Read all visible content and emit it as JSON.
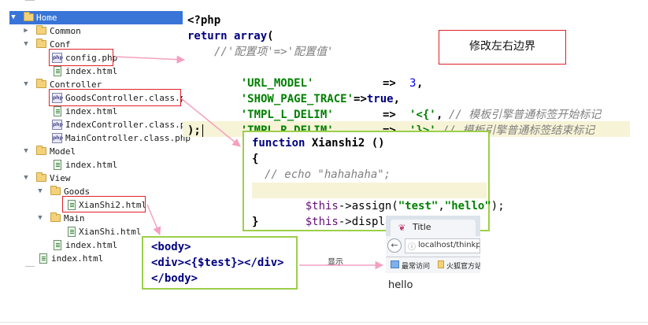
{
  "tree": {
    "items": [
      {
        "label": "Home",
        "kind": "folder",
        "expand": "down"
      },
      {
        "label": "Common",
        "kind": "folder",
        "expand": "right"
      },
      {
        "label": "Conf",
        "kind": "folder",
        "expand": "down"
      },
      {
        "label": "config.php",
        "kind": "php"
      },
      {
        "label": "index.html",
        "kind": "file"
      },
      {
        "label": "Controller",
        "kind": "folder",
        "expand": "down"
      },
      {
        "label": "GoodsController.class.php",
        "kind": "php"
      },
      {
        "label": "index.html",
        "kind": "file"
      },
      {
        "label": "IndexController.class.php",
        "kind": "php"
      },
      {
        "label": "MainController.class.php",
        "kind": "php"
      },
      {
        "label": "Model",
        "kind": "folder",
        "expand": "down"
      },
      {
        "label": "index.html",
        "kind": "file"
      },
      {
        "label": "View",
        "kind": "folder",
        "expand": "down"
      },
      {
        "label": "Goods",
        "kind": "folder",
        "expand": "down"
      },
      {
        "label": "XianShi2.html",
        "kind": "file"
      },
      {
        "label": "Main",
        "kind": "folder",
        "expand": "down"
      },
      {
        "label": "XianShi.html",
        "kind": "file"
      },
      {
        "label": "index.html",
        "kind": "file"
      },
      {
        "label": "index.html",
        "kind": "file"
      }
    ]
  },
  "code": {
    "line1": "<?php",
    "line2_kw": "return array",
    "line2_p": "(",
    "line3": "//'配置项'=>'配置值'",
    "line4_key": "'URL_MODEL'",
    "line4_arrow": "=>",
    "line4_val": "3",
    "line4_end": ",",
    "line5_key": "'SHOW_PAGE_TRACE'",
    "line5_arrow": "=>",
    "line5_val": "true",
    "line5_end": ",",
    "line6_key": "'TMPL_L_DELIM'",
    "line6_arrow": "=>",
    "line6_val": "'<{'",
    "line6_end": ",",
    "line6_comment": "// 模板引擎普通标签开始标记",
    "line7_key": "'TMPL_R_DELIM'",
    "line7_arrow": "=>",
    "line7_val": "'}>'",
    "line7_end": ",",
    "line7_comment": "// 模板引擎普通标签结束标记",
    "line8": ");"
  },
  "note": "修改左右边界",
  "function_box": {
    "l1_kw": "function",
    "l1_name": " Xianshi2 ()",
    "l2": "{",
    "l3": "// echo \"hahahaha\";",
    "l4_var": "$this",
    "l4_op": "->",
    "l4_fn": "assign",
    "l4_args_open": "(",
    "l4_a1": "\"test\"",
    "l4_comma": ",",
    "l4_a2": "\"hello\"",
    "l4_close": ");",
    "l5_var": "$this",
    "l5_op": "->",
    "l5_fn": "display",
    "l5_close": "();",
    "l6": "}"
  },
  "template_box": {
    "l1": "<body>",
    "l2": "<div><{$test}></div>",
    "l3": "</body>"
  },
  "arrow_label": "显示",
  "browser": {
    "tab_title": "Title",
    "address": "localhost/thinkpl",
    "bookmark1": "最常访问",
    "bookmark2": "火狐官方站点",
    "content": "hello"
  },
  "colors": {
    "red": "#e0202a",
    "green": "#9ccf4a",
    "pink": "#f4a0c0",
    "selection": "#3875d7"
  }
}
